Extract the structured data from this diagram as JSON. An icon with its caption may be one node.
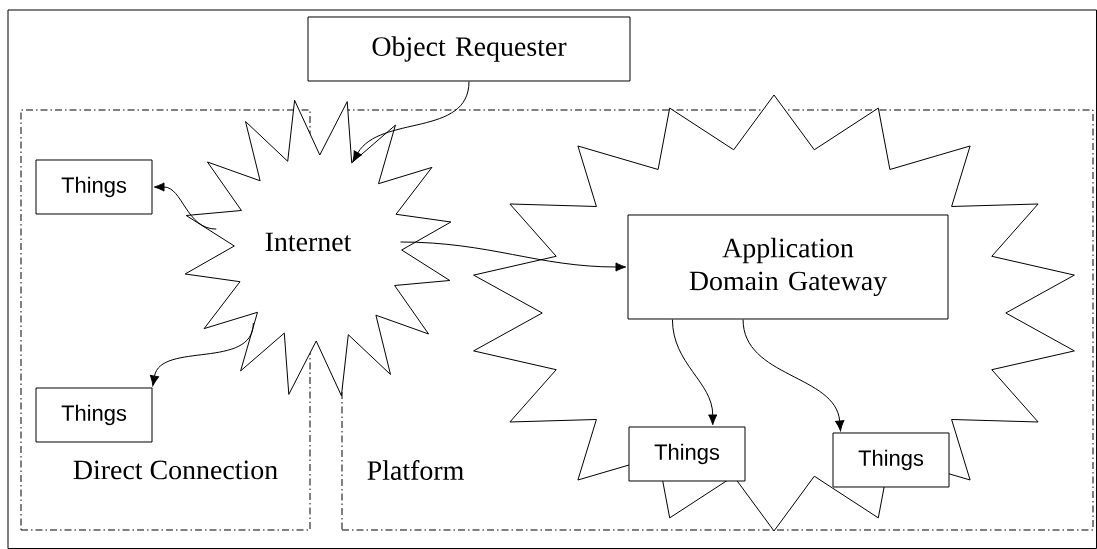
{
  "diagram": {
    "nodes": [
      {
        "text": [
          "Object Requester"
        ]
      },
      {
        "text": [
          "Direct Connection"
        ]
      },
      {
        "text": [
          "Things"
        ],
        "in": 1
      },
      {
        "text": [
          "Things"
        ],
        "in": 1
      },
      {
        "text": [
          "Internet"
        ]
      },
      {
        "text": [
          "Platform"
        ]
      },
      {
        "text": [],
        "shape": "star",
        "in": 5
      },
      {
        "text": [
          "Application Domain Gateway"
        ],
        "in": 6
      },
      {
        "text": [
          "Things"
        ],
        "in": 6
      },
      {
        "text": [
          "Things"
        ],
        "in": 6
      }
    ],
    "edges": [
      {
        "from": 0,
        "to": 4,
        "arrow": "to"
      },
      {
        "from": 4,
        "to": 2,
        "arrow": "to"
      },
      {
        "from": 4,
        "to": 3,
        "arrow": "to"
      },
      {
        "from": 4,
        "to": 7,
        "arrow": "to"
      },
      {
        "from": 7,
        "to": 8,
        "arrow": "to"
      },
      {
        "from": 7,
        "to": 9,
        "arrow": "to"
      }
    ]
  }
}
